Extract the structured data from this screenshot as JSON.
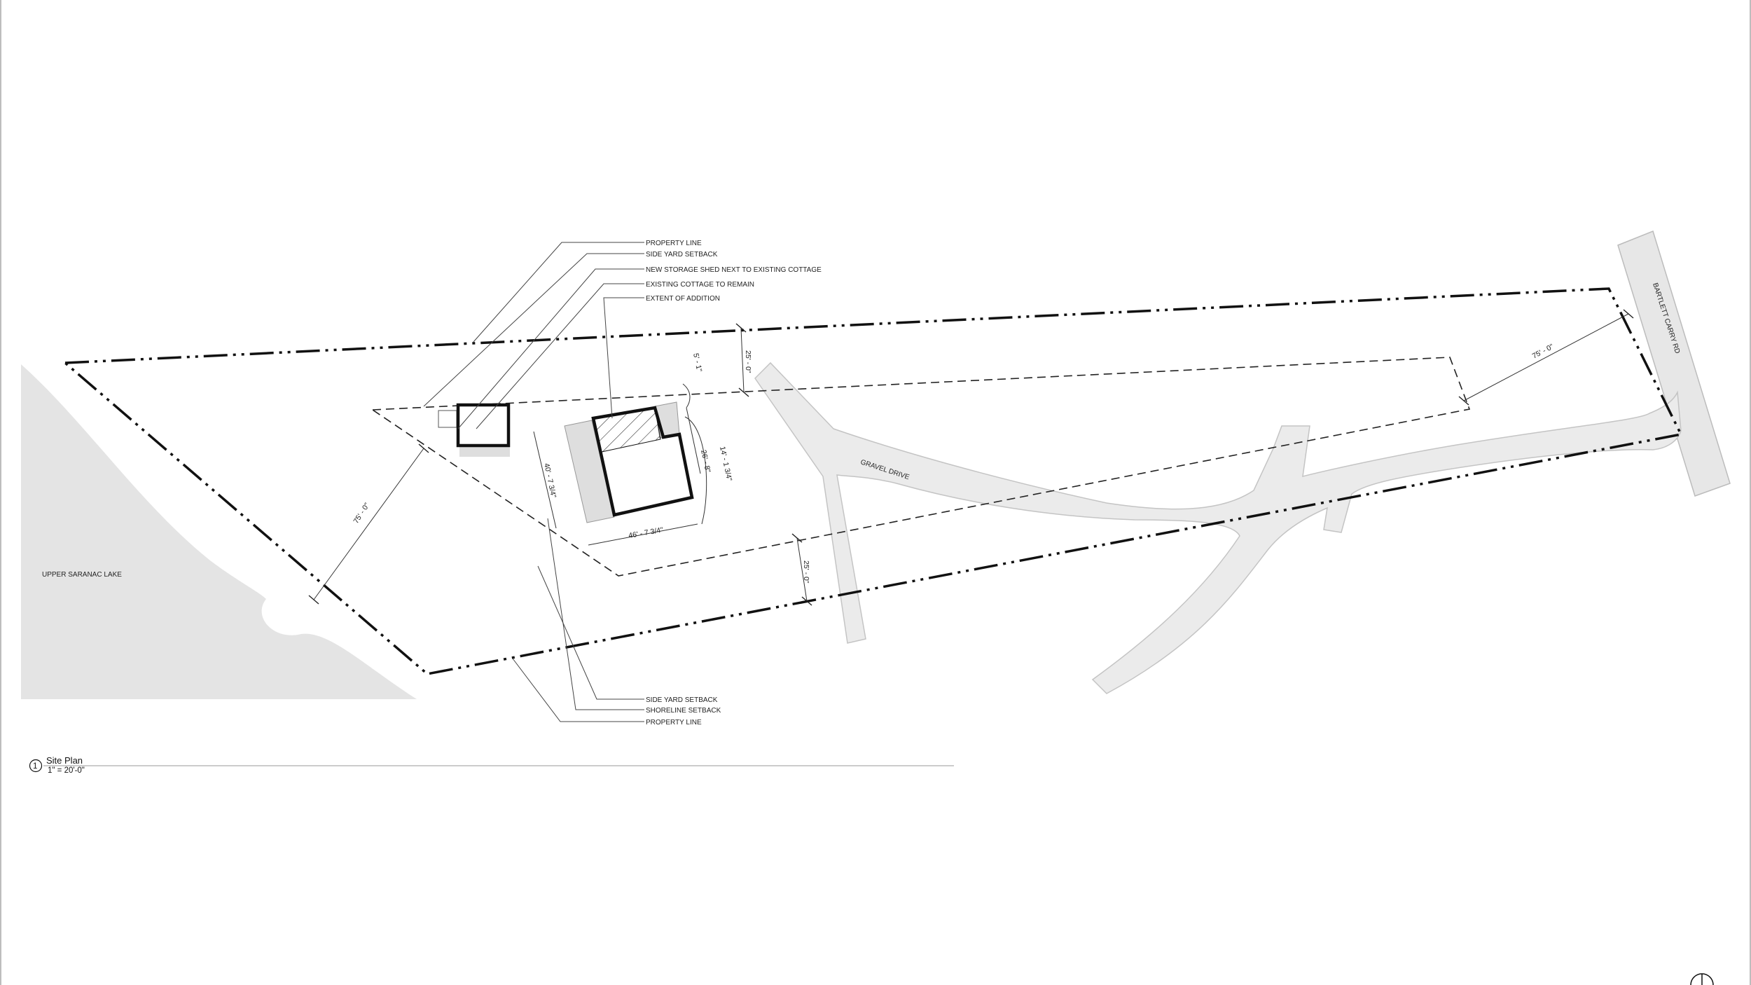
{
  "drawing": {
    "title": "Site Plan",
    "scale": "1\" = 20'-0\"",
    "marker": "1"
  },
  "callouts_top": [
    "PROPERTY LINE",
    "SIDE YARD SETBACK",
    "NEW STORAGE SHED NEXT TO EXISTING COTTAGE",
    "EXISTING COTTAGE TO REMAIN",
    "EXTENT OF ADDITION"
  ],
  "callouts_bottom": [
    "SIDE YARD SETBACK",
    "SHORELINE SETBACK",
    "PROPERTY LINE"
  ],
  "features": {
    "lake": "UPPER SARANAC LAKE",
    "road": "BARTLETT CARRY RD",
    "drive": "GRAVEL DRIVE"
  },
  "dimensions": {
    "shoreline_setback": "75' - 0\"",
    "road_setback": "75' - 0\"",
    "side_top": "25' - 0\"",
    "side_bottom": "25' - 0\"",
    "addition_offset": "5' - 1\"",
    "cottage_depth": "40' - 7 3/4\"",
    "cottage_width": "46' - 7 3/4\"",
    "addition_width": "26' - 8\"",
    "addition_depth": "14' - 1 3/4\""
  },
  "colors": {
    "fill_gray": "#e4e4e4",
    "line_dark": "#111111",
    "line_leader": "#444444"
  }
}
